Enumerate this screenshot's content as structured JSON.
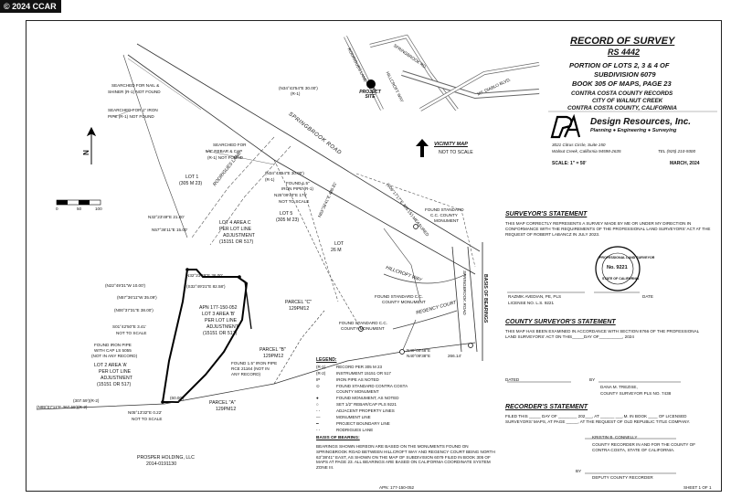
{
  "watermark": "© 2024 CCAR",
  "title_block": {
    "title": "RECORD OF SURVEY",
    "rs_number": "RS 4442",
    "portion": "PORTION OF LOTS 2, 3 & 4 OF",
    "subdivision": "SUBDIVISION 6079",
    "book": "BOOK 305 OF MAPS, PAGE 23",
    "records": "CONTRA COSTA COUNTY RECORDS",
    "city": "CITY OF WALNUT CREEK",
    "county": "CONTRA COSTA COUNTY, CALIFORNIA",
    "company": "Design Resources, Inc.",
    "tagline": "Planning ● Engineering ● Surveying",
    "address1": "3021 Citrus Circle, Suite 150",
    "address2": "Walnut Creek, California 94598-2635",
    "tel": "TEL (925) 210-9300",
    "scale": "SCALE: 1\" = 50'",
    "date": "MARCH, 2024"
  },
  "vicinity": {
    "label": "VICINITY MAP",
    "sub": "NOT TO SCALE",
    "project_site": "PROJECT SITE",
    "roads": [
      "RODRIGUES LANE",
      "HILLCROFT WAY",
      "SPRINGBROOK RD.",
      "MT. DIABLO BLVD."
    ]
  },
  "surveyor_statement": {
    "heading": "SURVEYOR'S STATEMENT",
    "body": "THIS MAP CORRECTLY REPRESENTS A SURVEY MADE BY ME OR UNDER MY DIRECTION IN CONFORMANCE WITH THE REQUIREMENTS OF THE PROFESSIONAL LAND SURVEYORS' ACT AT THE REQUEST OF ROBERT LABANCZ IN JULY 2023.",
    "name": "RAZMIK AVEDIAN, PE, PLS",
    "license": "LICENSE NO. L.S. 9221",
    "date_label": "DATE",
    "seal_top": "PROFESSIONAL LAND SURVEYOR",
    "seal_no": "No. 9221",
    "seal_bottom": "STATE OF CALIFORNIA"
  },
  "county_statement": {
    "heading": "COUNTY SURVEYOR'S STATEMENT",
    "body": "THIS MAP HAS BEEN EXAMINED IN ACCORDANCE WITH SECTION 8766 OF THE PROFESSIONAL LAND SURVEYORS' ACT ON THIS_____DAY OF__________, 2024",
    "dated": "DATED",
    "by": "BY",
    "name": "DANA M. TREZISE,",
    "title": "COUNTY SURVEYOR PLS NO. 7438"
  },
  "recorder_statement": {
    "heading": "RECORDER'S STATEMENT",
    "body": "FILED THIS _____ DAY OF ________ 202___, AT ______ ___.M. IN BOOK ____ OF LICENSED SURVEYORS' MAPS, AT PAGE _____, AT THE REQUEST OF OLD REPUBLIC TITLE COMPANY.",
    "name": "KRISTIN B. CONNELLY",
    "title": "COUNTY RECORDER IN AND FOR THE COUNTY OF CONTRA COSTA, STATE OF CALIFORNIA.",
    "by": "BY",
    "deputy": "DEPUTY COUNTY RECORDER",
    "sheet": "SHEET 1 OF 1"
  },
  "legend": {
    "heading": "LEGEND:",
    "items": [
      {
        "sym": "(R-1)",
        "text": "RECORD PER 305 M 23"
      },
      {
        "sym": "(R-2)",
        "text": "INSTRUMENT 15151 OR 517"
      },
      {
        "sym": "IP",
        "text": "IRON PIPE AS NOTED"
      },
      {
        "sym": "⊙",
        "text": "FOUND STANDARD CONTRA COSTA COUNTY MONUMENT"
      },
      {
        "sym": "●",
        "text": "FOUND MONUMENT, AS NOTED"
      },
      {
        "sym": "○",
        "text": "SET 1/2\" REBAR/CAP PLS 9221"
      },
      {
        "sym": "- -",
        "text": "ADJACENT PROPERTY LINES"
      },
      {
        "sym": "—",
        "text": "MONUMENT LINE"
      },
      {
        "sym": "━",
        "text": "PROJECT BOUNDARY LINE"
      },
      {
        "sym": "- -",
        "text": "RODRIGUES LANE"
      }
    ]
  },
  "basis": {
    "heading": "BASIS OF BEARING:",
    "body": "BEARINGS SHOWN HEREON ARE BASED ON THE MONUMENTS FOUND ON SPRINGBROOK ROAD BETWEEN HILLCROFT WAY AND REGENCY COURT BEING NORTH 63°38'41\" EAST, AS SHOWN ON THE MAP OF SUBDIVISION 6079 FILED IN BOOK 305 OF MAPS AT PAGE 23. ALL BEARINGS ARE BASED ON CALIFORNIA COORDINATE SYSTEM ZONE III."
  },
  "map": {
    "apn_bottom": "APN: 177-150-052",
    "scale_bar": [
      "0",
      "50",
      "100"
    ],
    "north": "N",
    "labels": {
      "searched_nail": "SEARCHED FOR NAIL &",
      "searched_nail2": "SHINER (R-1) NOT FOUND",
      "searched_pipe": "SEARCHED FOR 1\" IRON",
      "searched_pipe2": "PIPE (R-1) NOT FOUND",
      "searched_rebar": "SEARCHED FOR",
      "searched_rebar2": "5/8\" REBAR & CAP",
      "searched_rebar3": "(R-1) NOT FOUND",
      "bearing_top": "(N34°43'54\"E 30.00')",
      "bearing_top_r": "(R-1)",
      "lot1": "LOT 1",
      "lot1_ref": "(305 M 23)",
      "lot5": "LOT 5",
      "lot5_ref": "(305 M 23)",
      "lot4": "LOT 4 AREA C",
      "lot4b": "PER LOT LINE",
      "lot4c": "ADJUSTMENT",
      "lot4d": "(15151 OR 517)",
      "lot26": "LOT",
      "lot26b": "26 M",
      "apn": "APN 177-150-052",
      "lot3": "LOT 3 AREA 'B'",
      "lot3b": "PER LOT LINE",
      "lot3c": "ADJUSTMENT",
      "lot3d": "(15151 OR 517)",
      "lot2": "LOT 2 AREA 'A'",
      "lot2b": "PER LOT LINE",
      "lot2c": "ADJUSTMENT",
      "lot2d": "(15151 OR 517)",
      "parcel_a": "PARCEL \"A\"",
      "parcel_a_ref": "129PM12",
      "parcel_b": "PARCEL \"B\"",
      "parcel_b_ref": "129PM12",
      "parcel_c": "PARCEL \"C\"",
      "parcel_c_ref": "129PM12",
      "prosper": "PROSPER HOLDING, LLC",
      "prosper_doc": "2014-0191130",
      "found_iron1": "FOUND IRON PIPE",
      "found_iron2": "WITH CAP LS 5055",
      "found_iron3": "(NOT IN ANY RECORD)",
      "found_rce1": "FOUND 1.5\" IRON PIPE",
      "found_rce2": "RCE 21164 (NOT IN",
      "found_rce3": "ANY RECORD)",
      "found_cc1": "FOUND STANDARD C.C.",
      "found_cc2": "COUNTY MONUMENT",
      "found_cc3": "FOUND STANDARD C.C.",
      "found_cc4": "COUNTY MONUMENT",
      "found_cc5": "FOUND STANDARD",
      "found_cc6": "C.C. COUNTY",
      "found_cc7": "MONUMENT",
      "found_15": "FOUND 1.5\"",
      "found_15b": "IRON PIPE (R-1)",
      "b1": "N32°23'49\"E 21.00'",
      "b2": "N57°36'11\"E 15.00'",
      "b3": "N32°23'49\"E 36.00'",
      "b4": "(S32°49'21\"E 82.58')",
      "b5": "(N22°49'31\"W 10.00')",
      "b6": "(N57°36'11\"W 35.09')",
      "b7": "(N00°37'31\"E 38.00')",
      "b8": "S01°42'50\"E 3.41'",
      "b8b": "NOT TO SCALE",
      "b9": "(307.59')(R-2)",
      "b10": "(N89°07'11\"E 367.59')(R-2)",
      "b11": "N05°13'32\"E 0.22'",
      "b11b": "NOT TO SCALE",
      "b12": "(60.00')",
      "b13": "N40°09'48\"E",
      "b14": "N40°09'38\"E",
      "b15": "266.14'",
      "b16": "(N34°43'54\"E 30.00')",
      "b16r": "(R-1)",
      "b17": "N25°09'43\"E 179'",
      "b17b": "NOT TO SCALE",
      "springbrook": "SPRINGBROOK ROAD",
      "springbrook2": "SPRINGBROOK ROAD",
      "rodrigues": "RODRIGUES LANE",
      "hillcroft": "HILLCROFT WAY",
      "regency": "REGENCY COURT",
      "basis_label": "BASIS OF BEARINGS",
      "measured": "(S06°17'17\"E 309.15') MEASURED",
      "n63": "N63°38'41\"E 485.81'"
    }
  }
}
